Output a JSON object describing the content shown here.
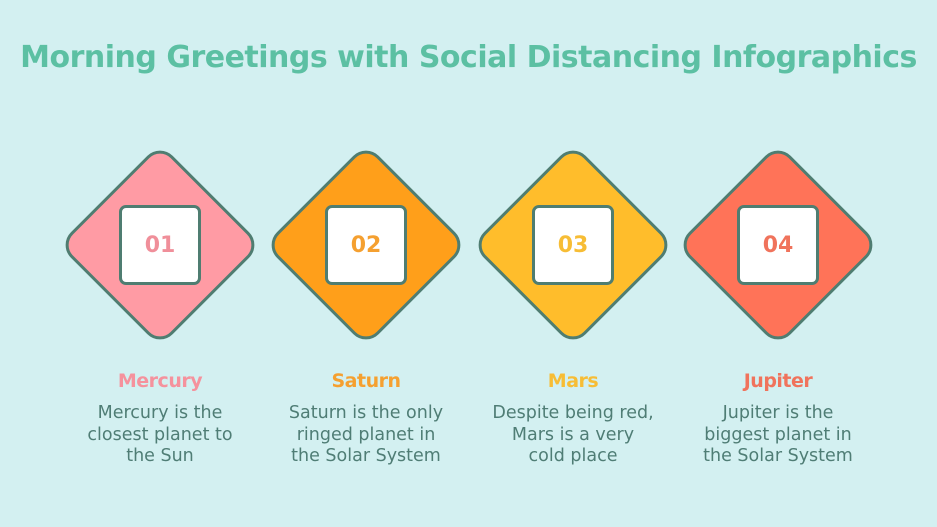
{
  "title": "Morning Greetings with Social Distancing Infographics",
  "colors": {
    "background": "#d3f0f1",
    "title": "#5cc0a3",
    "outline": "#4f7d71",
    "body_text": "#4f7d75"
  },
  "steps": [
    {
      "number": "01",
      "name": "Mercury",
      "color": "#ff9ba4",
      "text_color": "#f08f9a",
      "lines": [
        "Mercury is the",
        "closest planet to",
        "the Sun"
      ]
    },
    {
      "number": "02",
      "name": "Saturn",
      "color": "#ff9f1a",
      "text_color": "#f5a030",
      "lines": [
        "Saturn is the only",
        "ringed planet in",
        "the Solar System"
      ]
    },
    {
      "number": "03",
      "name": "Mars",
      "color": "#ffbd2b",
      "text_color": "#f7bd35",
      "lines": [
        "Despite being red,",
        "Mars is a very",
        "cold place"
      ]
    },
    {
      "number": "04",
      "name": "Jupiter",
      "color": "#ff7358",
      "text_color": "#f0735c",
      "lines": [
        "Jupiter is the",
        "biggest planet in",
        "the Solar System"
      ]
    }
  ]
}
